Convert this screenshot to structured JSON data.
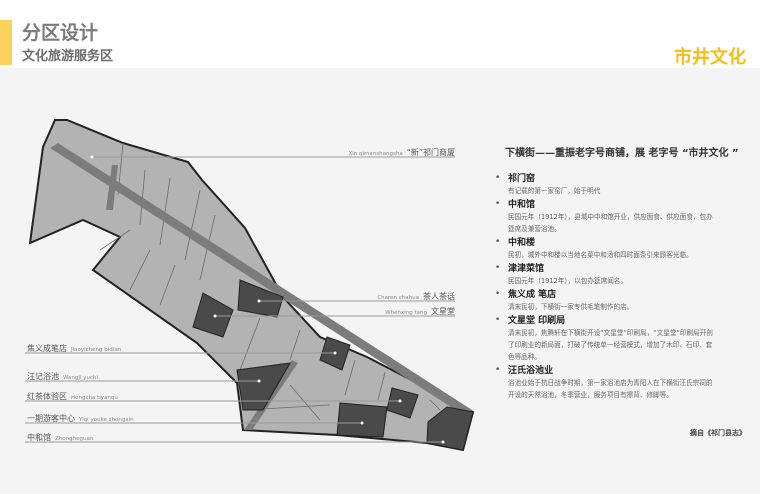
{
  "header": {
    "title": "分区设计",
    "subtitle": "文化旅游服务区",
    "section": "市井文化"
  },
  "map_labels": {
    "top": {
      "py": "Xin qimenshangsha",
      "cn": "“新”祁门商厦"
    },
    "teahouse": {
      "py": "Charen chahua",
      "cn": "茶人茶话"
    },
    "wenxing": {
      "py": "Whenxing tang",
      "cn": "文星堂"
    },
    "left": [
      {
        "cn": "焦义成笔店",
        "py": "Jiaoyicheng bidian"
      },
      {
        "cn": "汪记浴池",
        "py": "Wangji yuchi"
      },
      {
        "cn": "红茶体验区",
        "py": "Hongcha tiyanqu"
      },
      {
        "cn": "一期游客中心",
        "py": "Yiqi youke zhongxin"
      },
      {
        "cn": "中和馆",
        "py": "Zhongheguan"
      }
    ]
  },
  "panel": {
    "heading": "下横街——重振老字号商铺，展 老字号 “市井文化 ”",
    "items": [
      {
        "name": "祁门窑",
        "desc": "有记载的第一家窑厂，始于明代"
      },
      {
        "name": "中和馆",
        "desc": "民国元年（1912年），县城中中和馆开业，供应面食、供应面食，包办筵席及兼营浴池。"
      },
      {
        "name": "中和楼",
        "desc": "民初，城外中和楼以当地名菜中和汤和四时面条引来顾客光临。"
      },
      {
        "name": "津津菜馆",
        "desc": "民国元年（1912年），以包办筵席闻名。"
      },
      {
        "name": "焦义成 笔店",
        "desc": "清末民初，下横街一家专供毛笔制作的店。"
      },
      {
        "name": "文星堂 印刷局",
        "desc": "清末民初，焦腾轩在下横街开设“文星堂”印刷局，“文星堂”印刷局开创了印刷业的新局面，打破了传统单一经营模式，增加了木印、石印、套色等品种。"
      },
      {
        "name": "汪氏浴池业",
        "desc": "浴池业始于抗日战争时期，第一家浴池店为青阳人在下横街汪氏宗祠前开设的天然浴池，冬季营业，服务项目有擦背、修脚等。"
      }
    ],
    "source": "摘自《祁门县志》"
  },
  "colors": {
    "accent": "#f9d25b",
    "section": "#f4bd1a",
    "block_light": "#b3b3b3",
    "block_dark": "#4a4a4a",
    "road": "#7c7c7c"
  }
}
